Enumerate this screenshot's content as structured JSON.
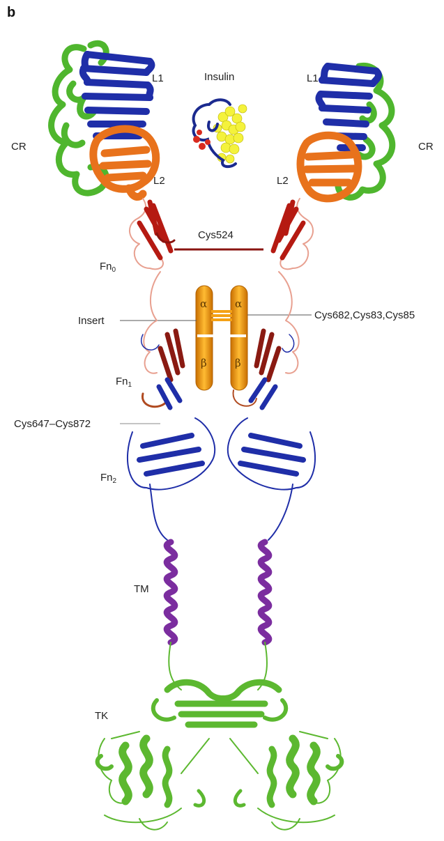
{
  "figure": {
    "panel_label": "b",
    "colors": {
      "L1": "#1f2ea8",
      "L2": "#e8721c",
      "CR": "#4fb62e",
      "Fn0": "#b51a12",
      "Fn1_Fn2": "#1f2ea8",
      "insert": "#f4a116",
      "TM": "#7b2d9f",
      "TK": "#5cb830",
      "insulin_yellow": "#f4f23c",
      "insulin_red": "#d92a1e",
      "insulin_blue": "#1b2a8f"
    },
    "labels": {
      "insulin": "Insulin",
      "l1_left": "L1",
      "l1_right": "L1",
      "cr_left": "CR",
      "cr_right": "CR",
      "l2_left": "L2",
      "l2_right": "L2",
      "fn0": "Fn",
      "fn0_sub": "0",
      "cys524": "Cys524",
      "insert": "Insert",
      "cys682": "Cys682,Cys83,Cys85",
      "fn1": "Fn",
      "fn1_sub": "1",
      "cys647": "Cys647–Cys872",
      "fn2": "Fn",
      "fn2_sub": "2",
      "tm": "TM",
      "tk": "TK",
      "alpha": "α",
      "beta": "β"
    }
  }
}
